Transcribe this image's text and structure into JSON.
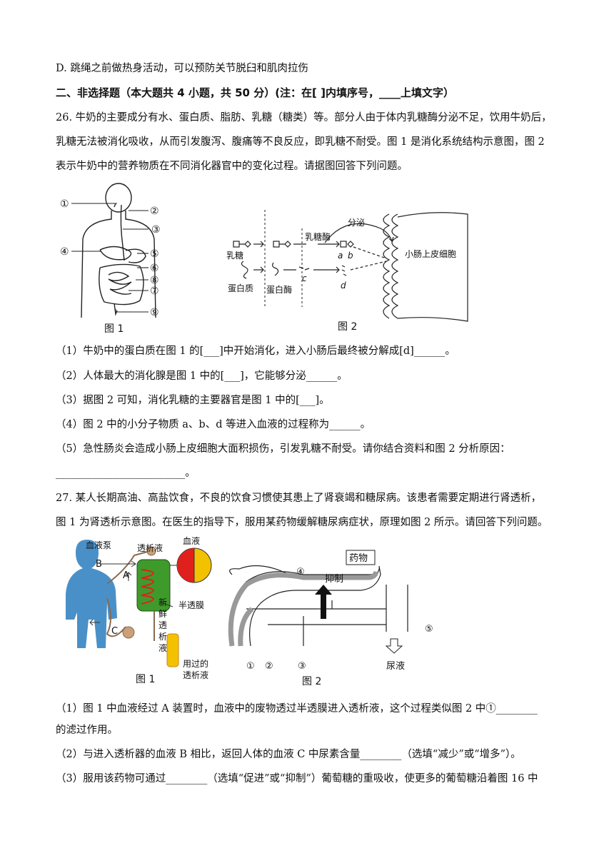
{
  "lines": {
    "d_option": "D. 跳绳之前做热身活动，可以预防关节脱臼和肌肉拉伤",
    "section_title": "二、非选择题（本大题共 4 小题，共 50 分）(注：在[      ]内填序号，____上填文字）",
    "q26_p1": "26. 牛奶的主要成分有水、蛋白质、脂肪、乳糖（糖类）等。部分人由于体内乳糖酶分泌不足，饮用牛奶后，",
    "q26_p2": "乳糖无法被消化吸收，从而引发腹泻、腹痛等不良反应，即乳糖不耐受。图 1 是消化系统结构示意图，图 2",
    "q26_p3": "表示牛奶中的营养物质在不同消化器官中的变化过程。请据图回答下列问题。",
    "q26_1": "（1）牛奶中的蛋白质在图 1 的[___]中开始消化，进入小肠后最终被分解成[d]______。",
    "q26_2": "（2）人体最大的消化腺是图 1 中的[___]，它能够分泌______。",
    "q26_3": "（3）据图 2 可知，消化乳糖的主要器官是图 1 中的[___]。",
    "q26_4": "（4）图 2 中的小分子物质 a、b、d 等进入血液的过程称为______。",
    "q26_5": "（5）急性肠炎会造成小肠上皮细胞大面积损伤，引发乳糖不耐受。请你结合资料和图 2 分析原因：",
    "q26_5b": "_________________________。",
    "q27_p1": "27. 某人长期高油、高盐饮食，不良的饮食习惯使其患上了肾衰竭和糖尿病。该患者需要定期进行肾透析，",
    "q27_p2": "图 1 为肾透析示意图。在医生的指导下，服用某药物缓解糖尿病症状，原理如图 2 所示。请回答下列问题。",
    "q27_1": "（1）图 1 中血液经过 A 装置时，血液中的废物透过半透膜进入透析液，这个过程类似图 2 中①________",
    "q27_1b": "的滤过作用。",
    "q27_2": "（2）与进入透析器的血液 B 相比，返回人体的血液 C 中尿素含量________（选填“减少”或“增多”）。",
    "q27_3": "（3）服用该药物可通过________（选填“促进”或“抑制”）葡萄糖的重吸收，使更多的葡萄糖沿着图 16 中"
  },
  "fig_q26_1": {
    "caption": "图 1",
    "labels": [
      "①",
      "②",
      "③",
      "④",
      "⑤",
      "⑥",
      "⑧",
      "⑦",
      "⑨"
    ]
  },
  "fig_q26_2": {
    "caption": "图 2",
    "lactose": "乳糖",
    "protein": "蛋白质",
    "protease": "蛋白酶",
    "lactase": "乳糖酶",
    "secrete": "分泌",
    "a": "a",
    "b": "b",
    "c": "c",
    "d": "d",
    "cells": "小肠上皮细胞"
  },
  "fig_q27_1": {
    "caption": "图 1",
    "pump": "血液泵",
    "dialysate": "透析液",
    "blood": "血液",
    "membrane": "半透膜",
    "fresh_dialysate": [
      "新",
      "鲜",
      "透",
      "析",
      "液"
    ],
    "used_dialysate": [
      "用过的",
      "透析液"
    ],
    "A": "A",
    "B": "B",
    "C": "C"
  },
  "fig_q27_2": {
    "caption": "图 2",
    "drug": "药物",
    "inhibit": "抑制",
    "urine": "尿液",
    "n1": "①",
    "n2": "②",
    "n3": "③",
    "n4": "④",
    "n5": "⑤"
  },
  "colors": {
    "text": "#111111",
    "blood_red": "#e0201c",
    "dialysate_yellow": "#f2c200",
    "dialyzer_green": "#3f9a2c",
    "body_blue": "#4a90c8"
  }
}
